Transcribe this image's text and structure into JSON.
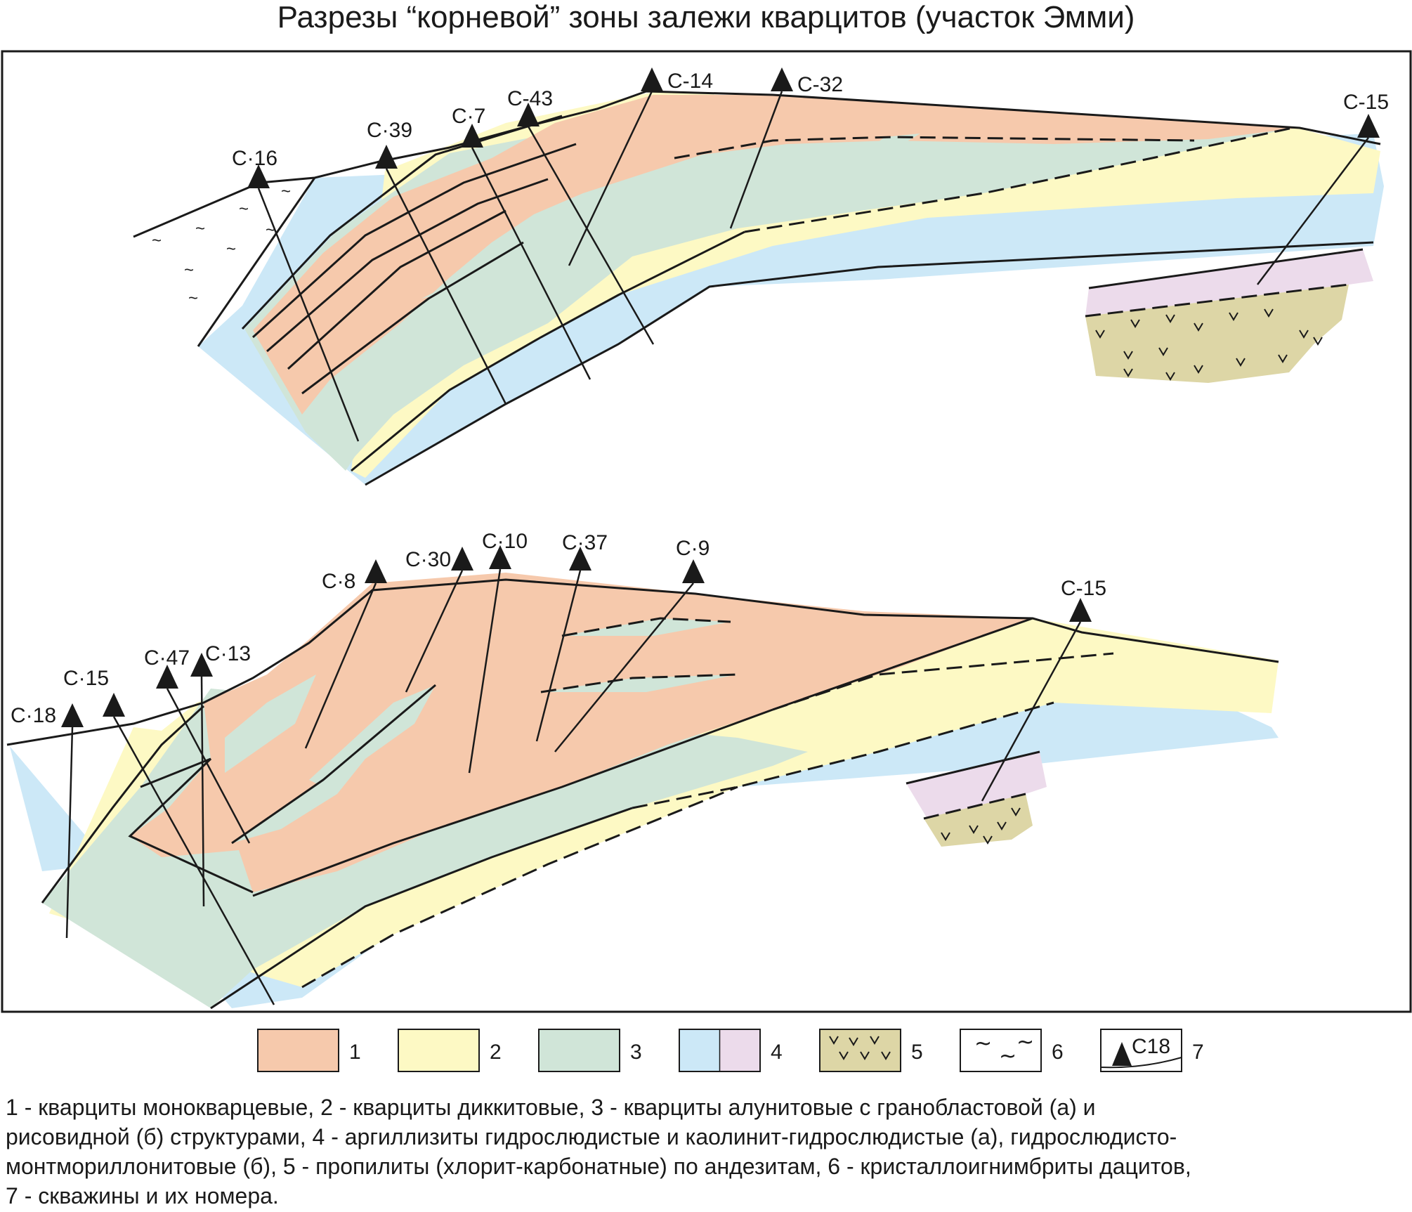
{
  "title": "Разрезы “корневой” зоны залежи кварцитов (участок Эмми)",
  "colors": {
    "zone1": "#f6c9ac",
    "zone2": "#fdf9c4",
    "zone3": "#d0e5d8",
    "zone4a": "#cce8f7",
    "zone4b": "#ecdbeb",
    "zone5": "#ddd6a6",
    "line": "#1a1a1a"
  },
  "upper_section": {
    "wells": [
      "C·16",
      "C·39",
      "C·7",
      "C-43",
      "C-14",
      "C-32",
      "C-15"
    ]
  },
  "lower_section": {
    "wells": [
      "C·18",
      "C·15",
      "C·47",
      "C·13",
      "C·8",
      "C·30",
      "C·10",
      "C·37",
      "C·9",
      "C-15"
    ]
  },
  "legend": {
    "items": [
      {
        "number": "1",
        "kind": "fill"
      },
      {
        "number": "2",
        "kind": "fill"
      },
      {
        "number": "3",
        "kind": "fill"
      },
      {
        "number": "4",
        "kind": "split"
      },
      {
        "number": "5",
        "kind": "propylite"
      },
      {
        "number": "6",
        "kind": "ignimbrite"
      },
      {
        "number": "7",
        "kind": "well",
        "sample": "C18"
      }
    ]
  },
  "caption": {
    "line1": "1 - кварциты  монокварцевые, 2 - кварциты диккитовые, 3 - кварциты алунитовые с гранобластовой (а) и",
    "line2": "рисовидной (б) структурами, 4 - аргиллизиты гидрослюдистые и каолинит-гидрослюдистые (а), гидрослюдисто-",
    "line3": "монтмориллонитовые (б), 5 - пропилиты (хлорит-карбонатные) по андезитам, 6 - кристаллоигнимбриты дацитов,",
    "line4": "7 - скважины и их номера."
  }
}
